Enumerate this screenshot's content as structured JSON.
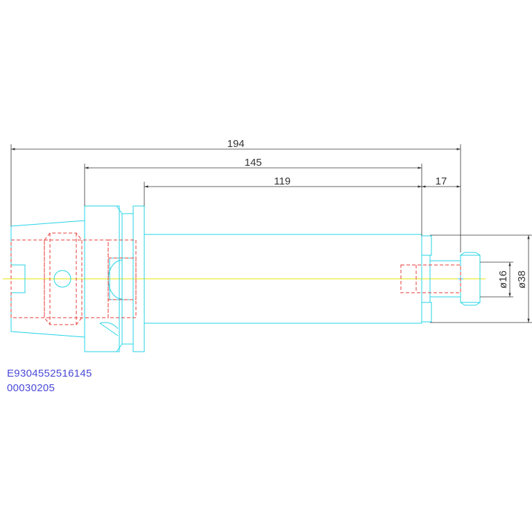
{
  "colors": {
    "outline": "#22d3e6",
    "hidden": "#e53935",
    "center": "#e6e600",
    "dimension": "#333333",
    "code": "#4848d8"
  },
  "dimensions": {
    "overall": "194",
    "shank_to_end": "145",
    "body": "119",
    "tip": "17",
    "bore_dia": "ø16",
    "outer_dia": "ø38"
  },
  "code": {
    "line1": "E9304552516145",
    "line2": "00030205"
  }
}
